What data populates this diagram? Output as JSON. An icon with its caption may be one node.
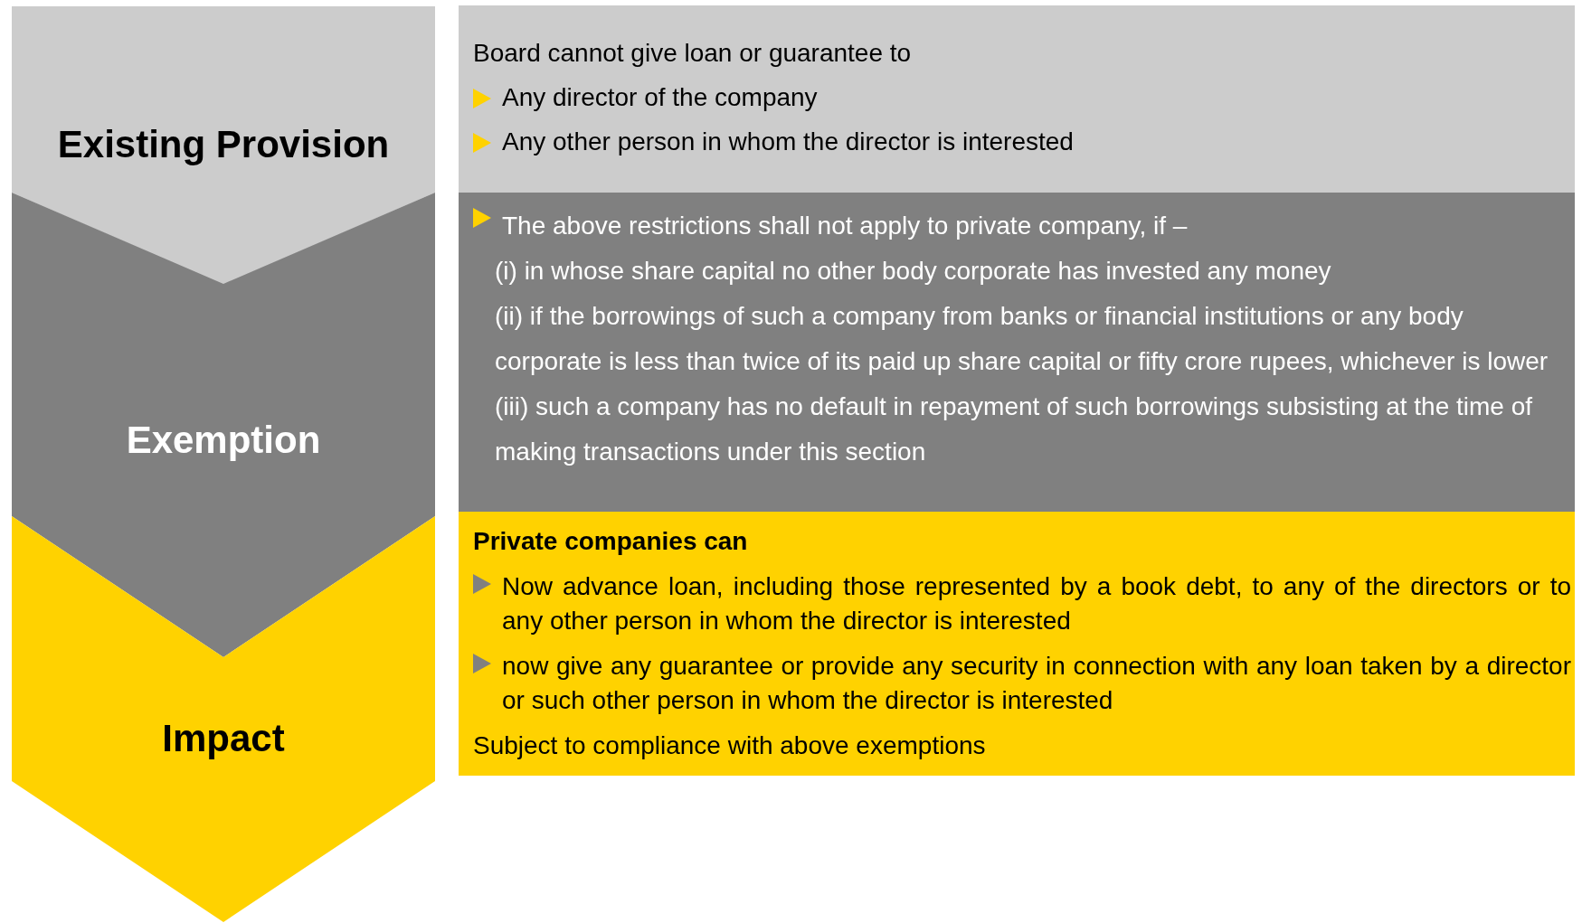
{
  "diagram": {
    "nodes": [
      {
        "text": [
          "Existing Provision"
        ]
      },
      {
        "text": [
          "Exemption"
        ]
      },
      {
        "text": [
          "Impact"
        ]
      },
      {
        "text": [
          "Board cannot give loan or guarantee to",
          "Any director of the company",
          "Any other person in whom the director is interested"
        ]
      },
      {
        "text": [
          "The above restrictions shall not apply to private company, if –",
          "(i) in whose share capital no other body corporate has invested any money",
          "(ii) if the borrowings of such a company from banks or financial institutions or any body corporate is less than twice of its paid up share capital or fifty crore rupees, whichever is lower",
          "(iii) such a company has no default in repayment of such borrowings subsisting at the time of making transactions under this section"
        ]
      },
      {
        "text": [
          "Private companies can",
          "Now advance loan, including those represented by a book debt, to any of the directors or to any other person in whom the director is interested",
          "now give any guarantee or provide any security in connection with any loan taken by a director or such other person in whom the director is interested",
          "Subject to compliance with above exemptions"
        ]
      }
    ]
  }
}
